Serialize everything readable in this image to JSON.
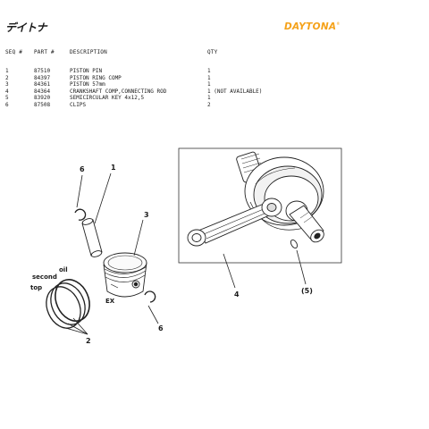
{
  "brand": {
    "japanese_logo": "デイトナ",
    "english_logo": "DAYTONA",
    "english_logo_mark": "®",
    "accent_color": "#f5a21a"
  },
  "table": {
    "headers": {
      "seq": "SEQ #",
      "part": "PART #",
      "description": "DESCRIPTION",
      "qty": "QTY"
    },
    "rows": [
      {
        "seq": "1",
        "part": "87510",
        "description": "PISTON PIN",
        "qty": "1"
      },
      {
        "seq": "2",
        "part": "84397",
        "description": "PISTON RING COMP",
        "qty": "1"
      },
      {
        "seq": "3",
        "part": "84361",
        "description": "PISTON 57mm",
        "qty": "1"
      },
      {
        "seq": "4",
        "part": "84364",
        "description": "CRANKSHAFT COMP,CONNECTING ROD",
        "qty": "1 (NOT AVAILABLE)"
      },
      {
        "seq": "5",
        "part": "83920",
        "description": "SEMICIRCULAR KEY 4x12,5",
        "qty": "1"
      },
      {
        "seq": "6",
        "part": "87508",
        "description": "CLIPS",
        "qty": "2"
      }
    ]
  },
  "diagram": {
    "callouts": {
      "pin": "1",
      "rings": "2",
      "piston": "3",
      "crankshaft": "4",
      "key": "(5)",
      "clip_top": "6",
      "clip_bottom": "6"
    },
    "ring_labels": {
      "oil": "oil",
      "second": "second",
      "top": "top"
    },
    "exhaust_mark": "EX"
  }
}
